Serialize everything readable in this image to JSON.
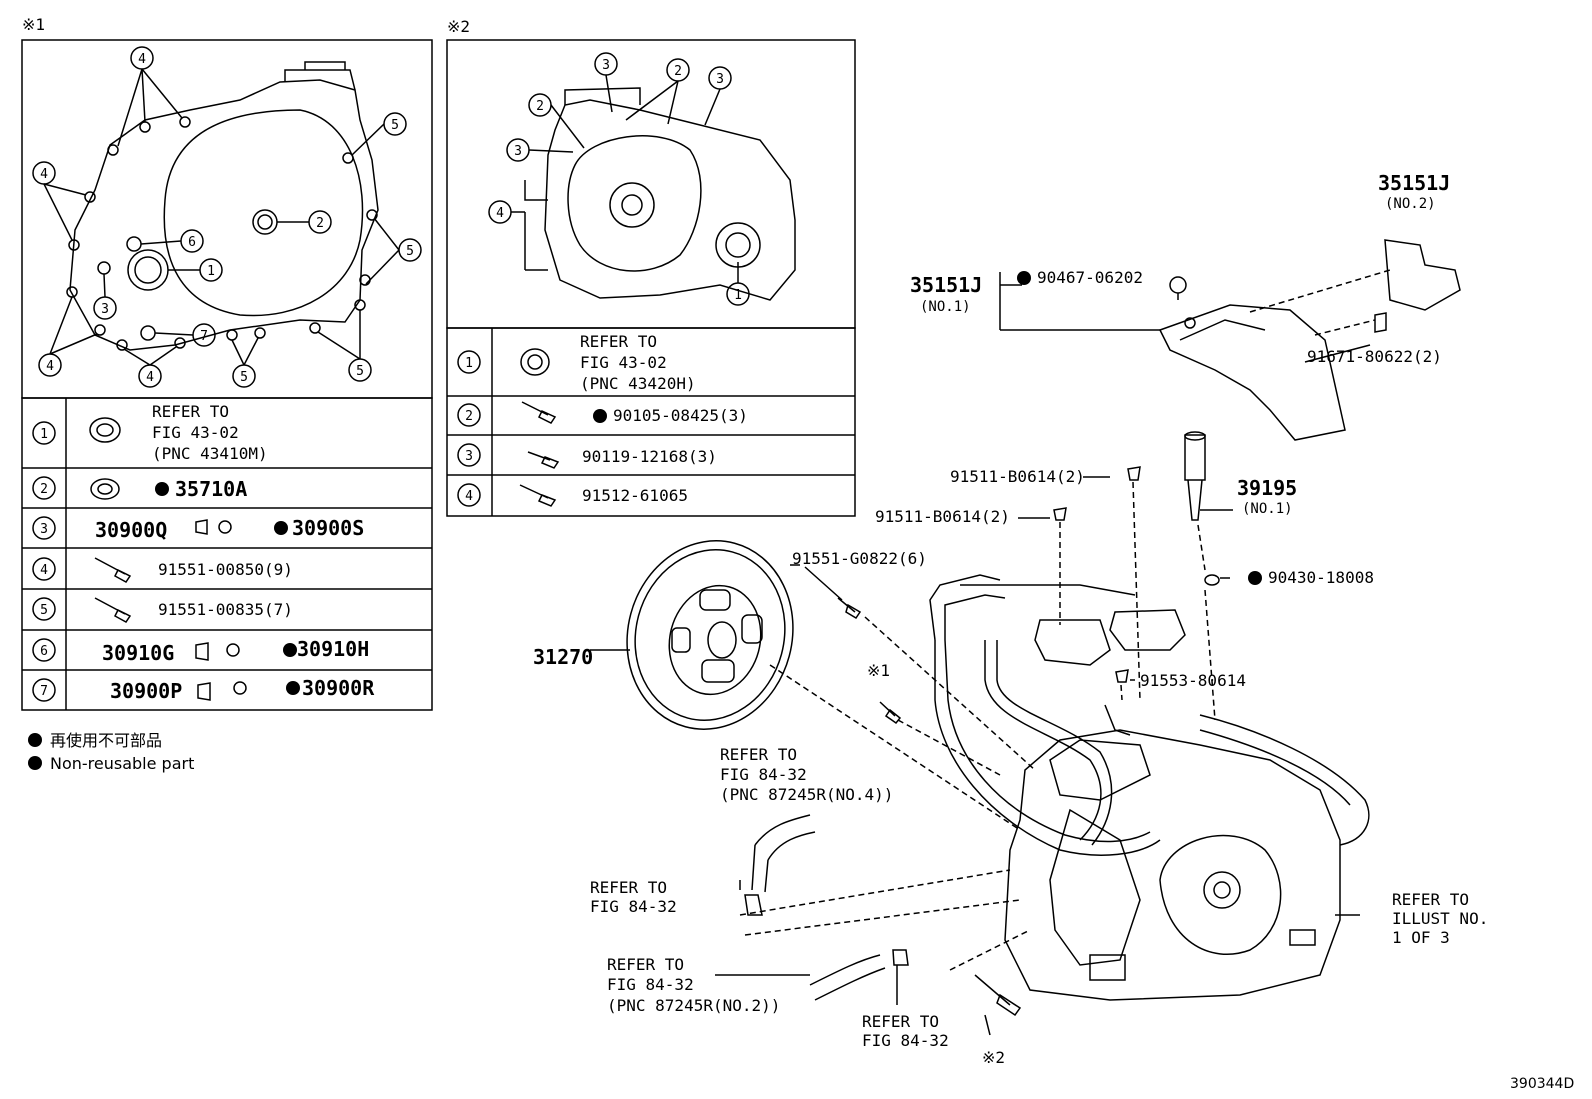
{
  "section1": {
    "mark": "※1",
    "rows": [
      {
        "num": "1",
        "line1": "REFER TO",
        "line2": "FIG 43-02",
        "line3": "(PNC 43410M)"
      },
      {
        "num": "2",
        "part": "35710A"
      },
      {
        "num": "3",
        "part_a": "30900Q",
        "part_b": "30900S"
      },
      {
        "num": "4",
        "part": "91551-00850(9)"
      },
      {
        "num": "5",
        "part": "91551-00835(7)"
      },
      {
        "num": "6",
        "part_a": "30910G",
        "part_b": "30910H"
      },
      {
        "num": "7",
        "part_a": "30900P",
        "part_b": "30900R"
      }
    ]
  },
  "section2": {
    "mark": "※2",
    "rows": [
      {
        "num": "1",
        "line1": "REFER TO",
        "line2": "FIG 43-02",
        "line3": "(PNC 43420H)"
      },
      {
        "num": "2",
        "part": "90105-08425(3)"
      },
      {
        "num": "3",
        "part": "90119-12168(3)"
      },
      {
        "num": "4",
        "part": "91512-61065"
      }
    ]
  },
  "legend": {
    "jp": "再使用不可部品",
    "en": "Non-reusable part"
  },
  "main": {
    "p35151j_no2": "35151J",
    "no2": "(NO.2)",
    "p35151j_no1": "35151J",
    "no1": "(NO.1)",
    "p90467": "90467-06202",
    "p91671": "91671-80622(2)",
    "p39195": "39195",
    "no1b": "(NO.1)",
    "p91511a": "91511-B0614(2)",
    "p91511b": "91511-B0614(2)",
    "p90430": "90430-18008",
    "p91551g": "91551-G0822(6)",
    "p31270": "31270",
    "p91553": "91553-80614",
    "mark1": "※1",
    "mark2": "※2",
    "ref1a": "REFER TO",
    "ref1b": "FIG 84-32",
    "ref1c": "(PNC 87245R(NO.4))",
    "ref2a": "REFER TO",
    "ref2b": "FIG 84-32",
    "ref3a": "REFER TO",
    "ref3b": "FIG 84-32",
    "ref3c": "(PNC 87245R(NO.2))",
    "ref4a": "REFER TO",
    "ref4b": "FIG 84-32",
    "ref5a": "REFER TO",
    "ref5b": "ILLUST NO.",
    "ref5c": "1 OF 3",
    "diagram_id": "390344D"
  }
}
